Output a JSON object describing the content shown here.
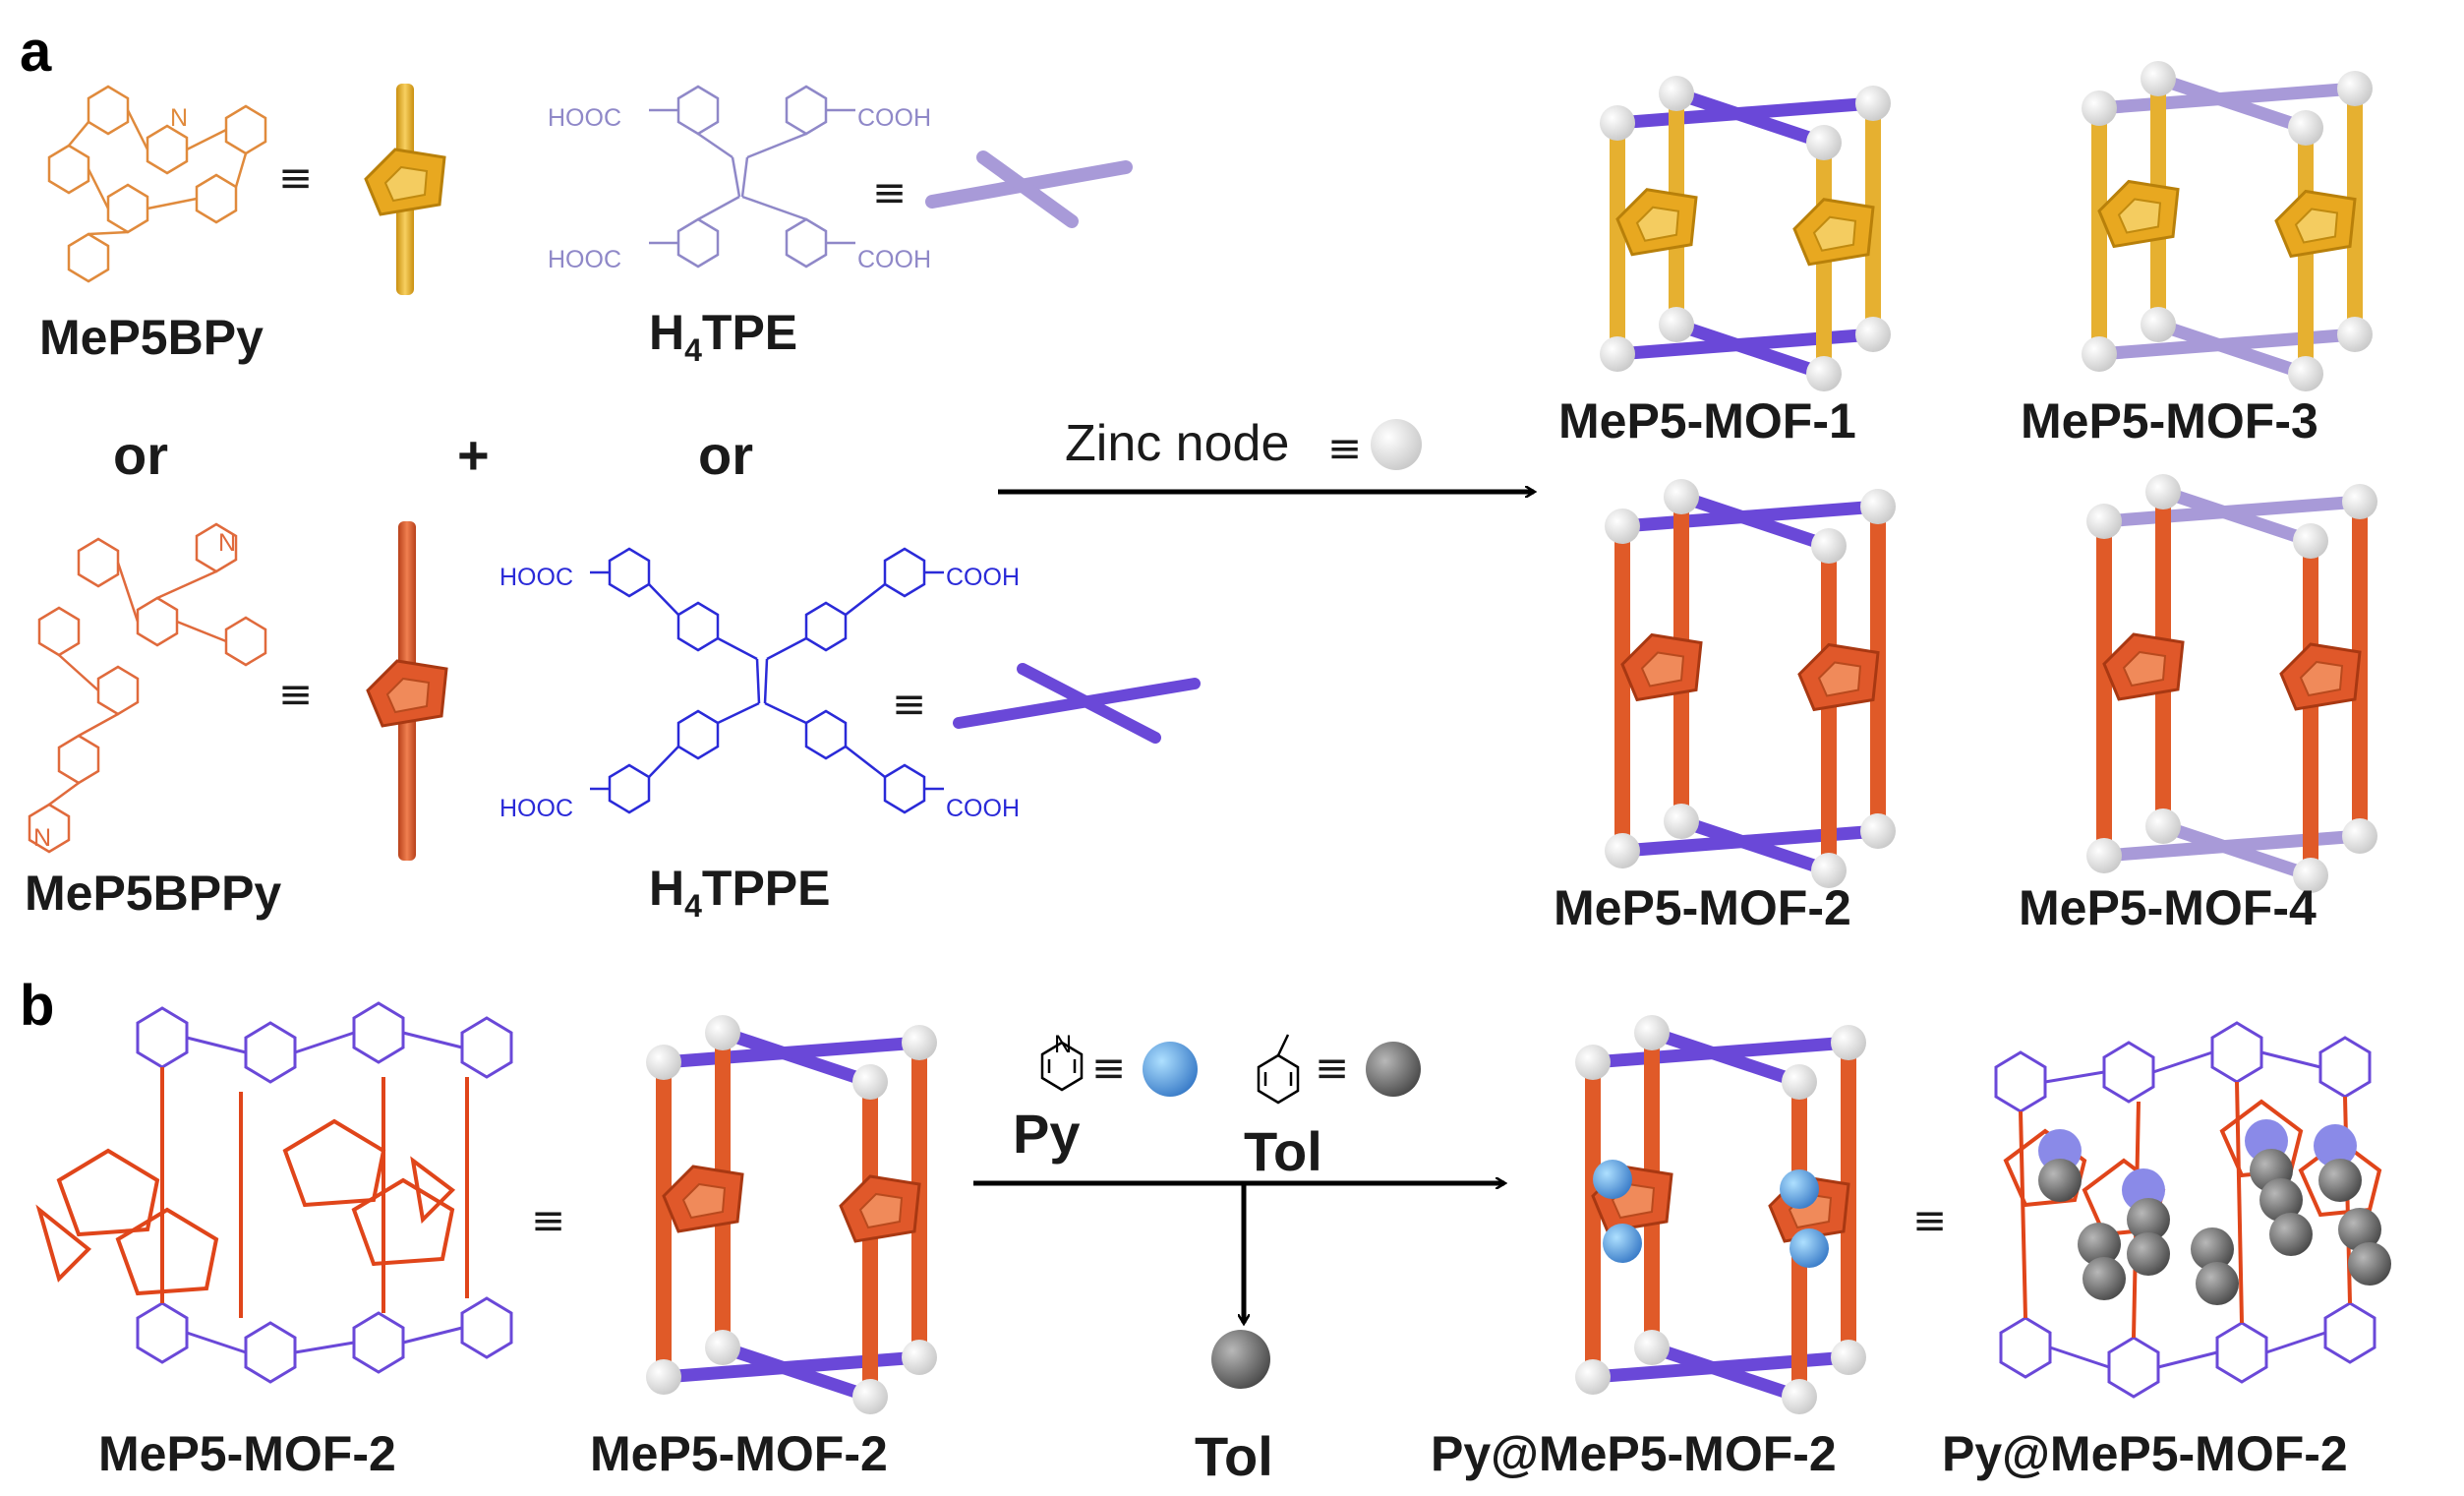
{
  "panels": {
    "a": "a",
    "b": "b"
  },
  "molecules": {
    "mep5bpy": {
      "name": "MeP5BPy"
    },
    "mep5bppy": {
      "name": "MeP5BPPy"
    },
    "h4tpe": {
      "name": "H",
      "sub": "4",
      "rest": "TPE",
      "cooh": "COOH",
      "hooc": "HOOC"
    },
    "h4tppe": {
      "name": "H",
      "sub": "4",
      "rest": "TPPE",
      "cooh": "COOH",
      "hooc": "HOOC"
    }
  },
  "connectors": {
    "or": "or",
    "plus": "+",
    "equiv": "≡",
    "pyridine_n": "N"
  },
  "reaction": {
    "zinc_label": "Zinc node"
  },
  "mofs": {
    "mof1": "MeP5-MOF-1",
    "mof2": "MeP5-MOF-2",
    "mof3": "MeP5-MOF-3",
    "mof4": "MeP5-MOF-4"
  },
  "panel_b": {
    "crystal_left": "MeP5-MOF-2",
    "cartoon_left": "MeP5-MOF-2",
    "py_label": "Py",
    "tol_label": "Tol",
    "tol_out_label": "Tol",
    "cartoon_right": "Py@MeP5-MOF-2",
    "crystal_right": "Py@MeP5-MOF-2"
  },
  "colors": {
    "orange_light": "#e08a3c",
    "orange_dark": "#e06a3c",
    "lavender": "#8f88c8",
    "blue": "#2a2ad8",
    "gold_rod": "#e6b030",
    "red_rod": "#e05a28",
    "purple_rod": "#6a48d8",
    "pale_purple_rod": "#a89ad8",
    "py_blue": "#4a90d8",
    "tol_gray": "#6e6e6e"
  }
}
